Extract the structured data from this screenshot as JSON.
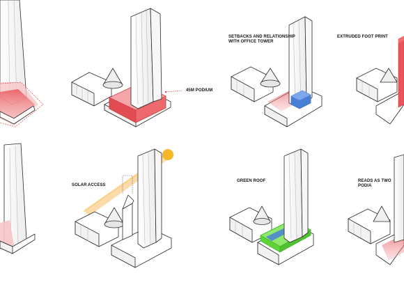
{
  "annotations": {
    "podium": "45m PODIUM",
    "setbacks_line1": "SETBACKS AND RELATIONSHIP",
    "setbacks_line2": "WITH OFFICE TOWER",
    "extruded": "EXTRUDED FOOT PRINT",
    "solar": "SOLAR ACCESS",
    "green_roof": "GREEN ROOF",
    "reads_line1": "READS AS TWO",
    "reads_line2": "PODIA"
  },
  "colors": {
    "red_fill": "#e9545a",
    "red_light": "#f4a6a8",
    "blue_fill": "#4a7fd8",
    "green_fill": "#6fdc4a",
    "solar_orange": "#f6b72a",
    "solar_beam": "#f9d59a",
    "outline": "#2a2a2a"
  }
}
